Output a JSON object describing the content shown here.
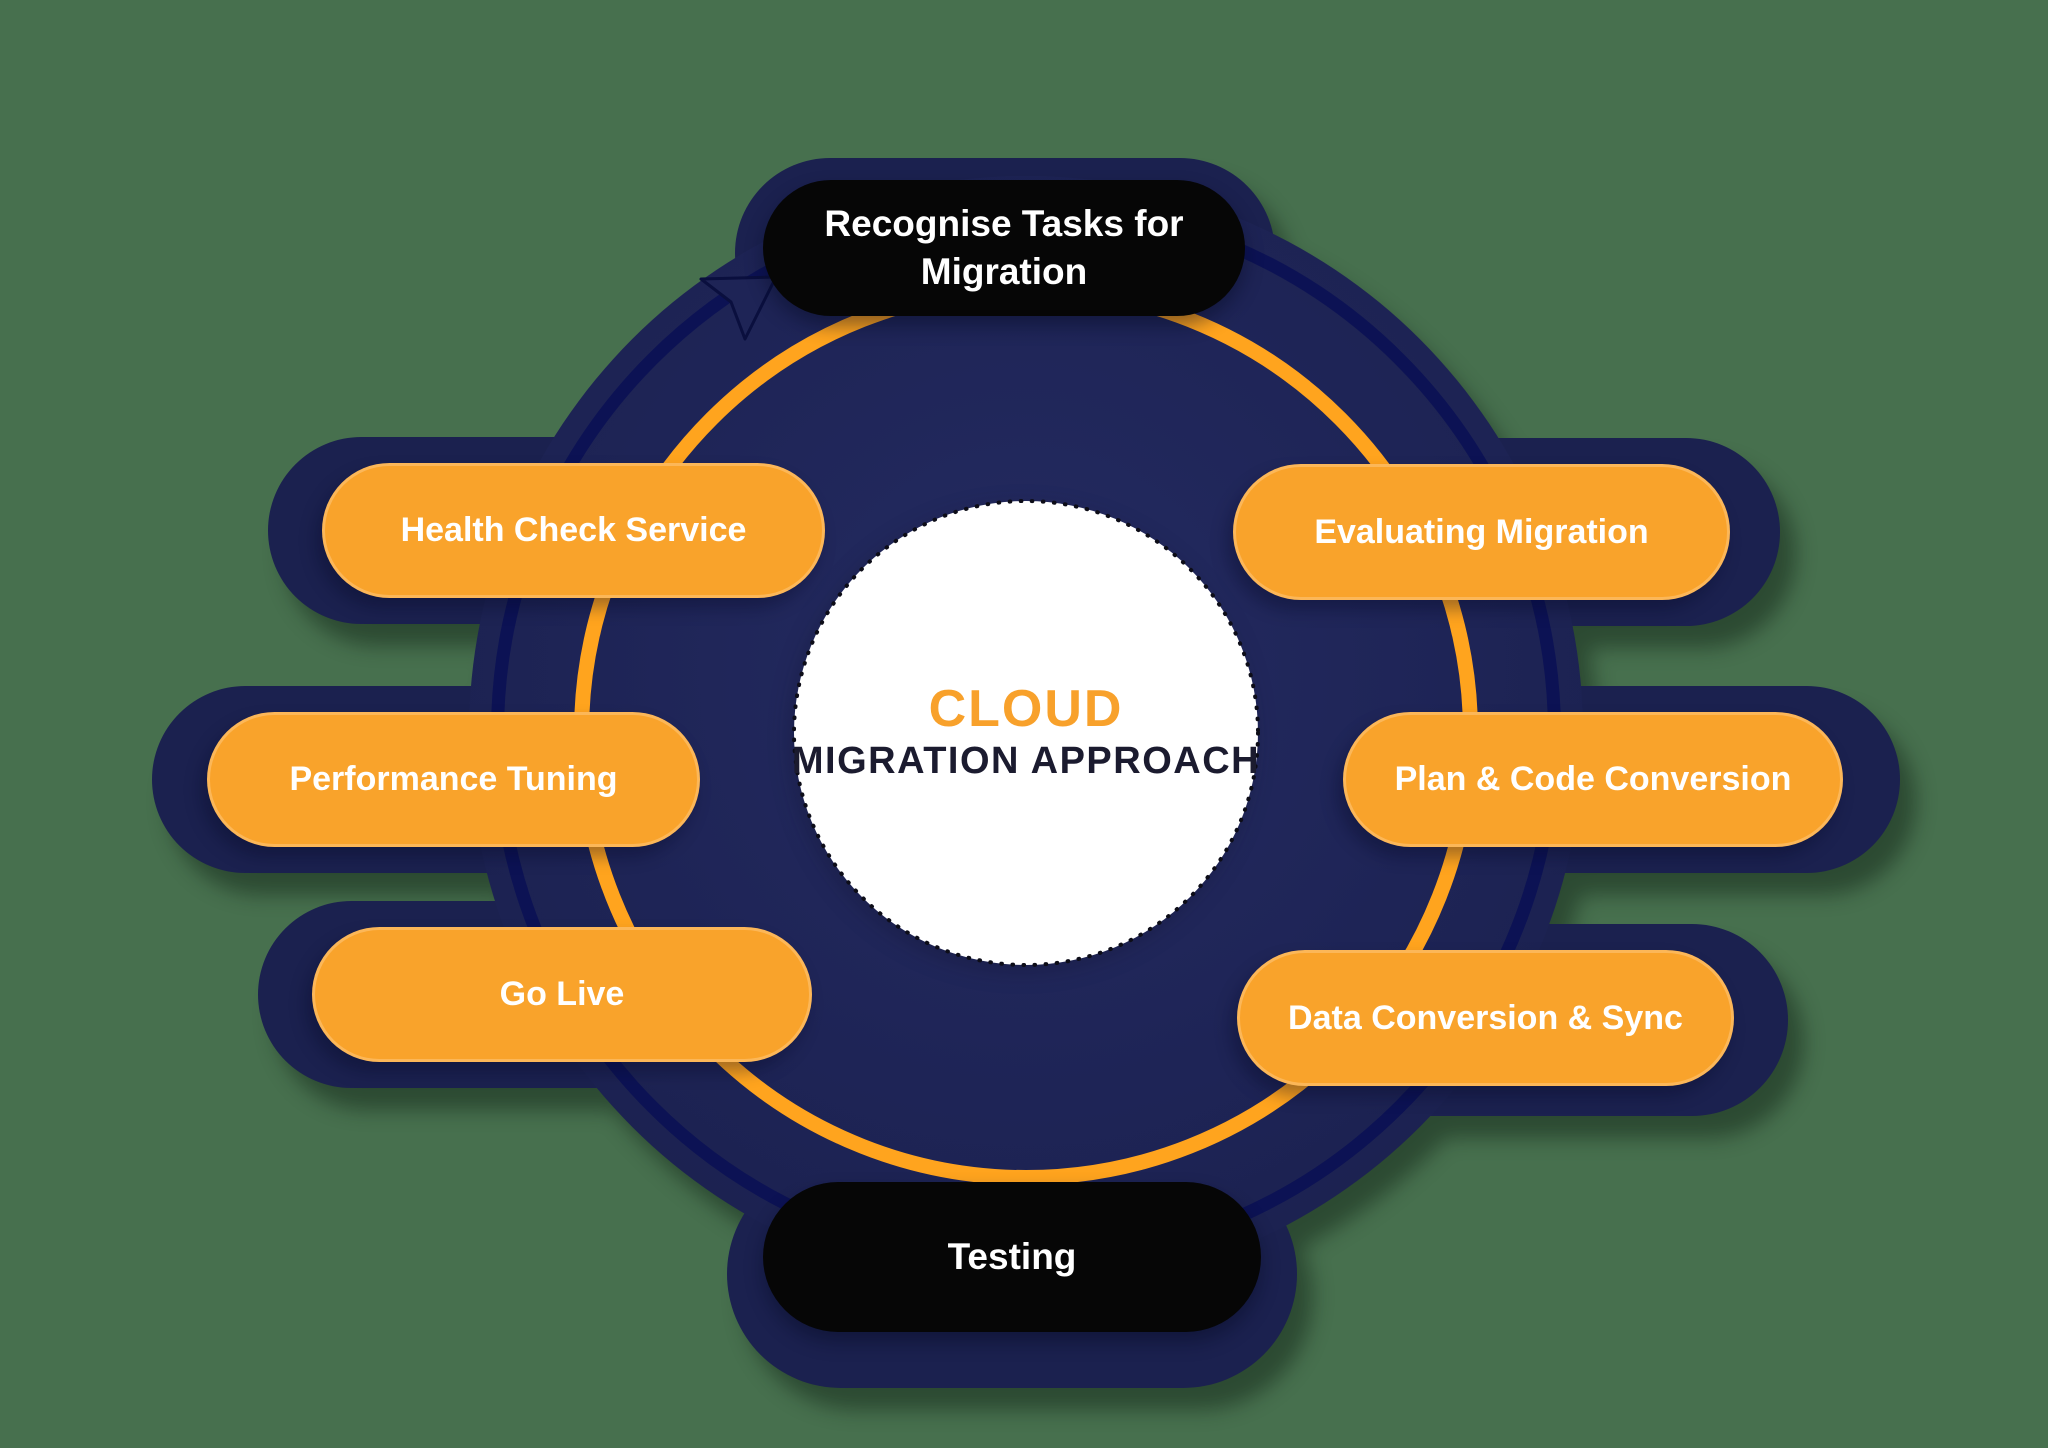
{
  "diagram": {
    "background_color": "#47704E",
    "center": {
      "line1": "CLOUD",
      "line2": "MIGRATION APPROACH",
      "line1_color": "#F8A12B",
      "line2_color": "#1B1B2F"
    },
    "steps": {
      "top": {
        "label": "Recognise Tasks for Migration",
        "style": "black"
      },
      "right": [
        {
          "label": "Evaluating Migration",
          "style": "orange"
        },
        {
          "label": "Plan & Code Conversion",
          "style": "orange"
        },
        {
          "label": "Data Conversion & Sync",
          "style": "orange"
        }
      ],
      "bottom": {
        "label": "Testing",
        "style": "black"
      },
      "left": [
        {
          "label": "Health Check Service",
          "style": "orange"
        },
        {
          "label": "Performance Tuning",
          "style": "orange"
        },
        {
          "label": "Go Live",
          "style": "orange"
        }
      ]
    },
    "colors": {
      "navy": "#1B214F",
      "navy_dark_ring": "#0C1254",
      "orange_pill": "#F9A32B",
      "orange_ring": "#FFA41E",
      "black_pill": "#060606",
      "pill_text": "#FFFFFF"
    },
    "icons": {
      "flow_arrowhead": "arrowhead pointing to first step"
    }
  }
}
